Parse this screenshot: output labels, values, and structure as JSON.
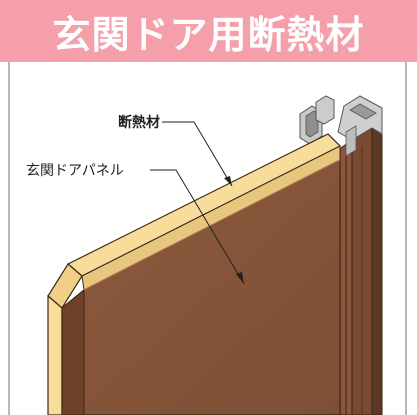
{
  "title": "玄関ドア用断熱材",
  "labels": {
    "insulation": "断熱材",
    "panel": "玄関ドアパネル"
  },
  "colors": {
    "title_background": "#f49fa9",
    "title_text": "#ffffff",
    "panel_brown": "#86553b",
    "insulation_cream": "#f7dc9c",
    "frame_border": "#b8b8b8"
  }
}
